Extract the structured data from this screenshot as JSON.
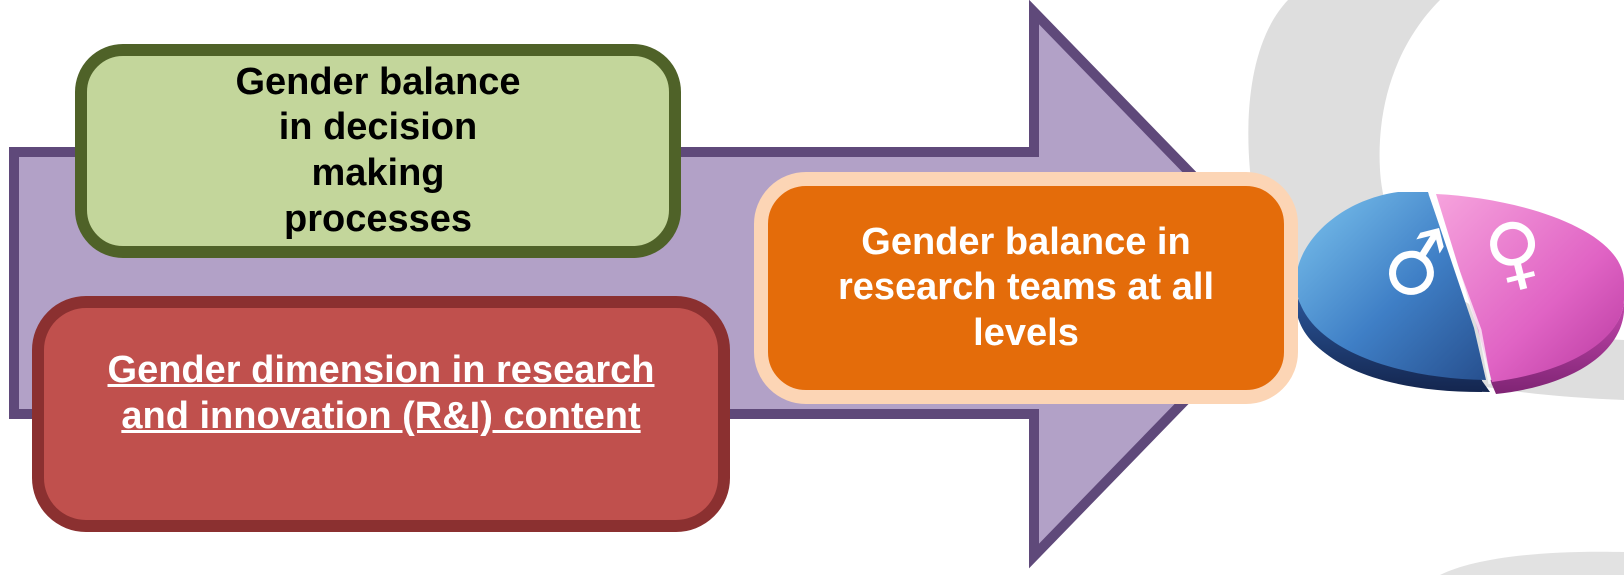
{
  "diagram": {
    "boxes": {
      "decision_making": "Gender balance in decision making processes",
      "rni_content": "Gender dimension in research and innovation (R&I) content",
      "research_teams": "Gender balance in research teams at all levels"
    },
    "gender_pie": {
      "male_symbol": "♂",
      "female_symbol": "♀"
    }
  },
  "colors": {
    "arrow_fill": "#b2a1c7",
    "arrow_border": "#5f497a",
    "decision_fill": "#c3d69b",
    "decision_border": "#4f6228",
    "rni_fill": "#c0504d",
    "rni_border": "#8b3030",
    "teams_fill": "#e46c0a",
    "teams_border": "#fcd5b5",
    "pie_male": "#4f81bd",
    "pie_female": "#d64fb4"
  }
}
